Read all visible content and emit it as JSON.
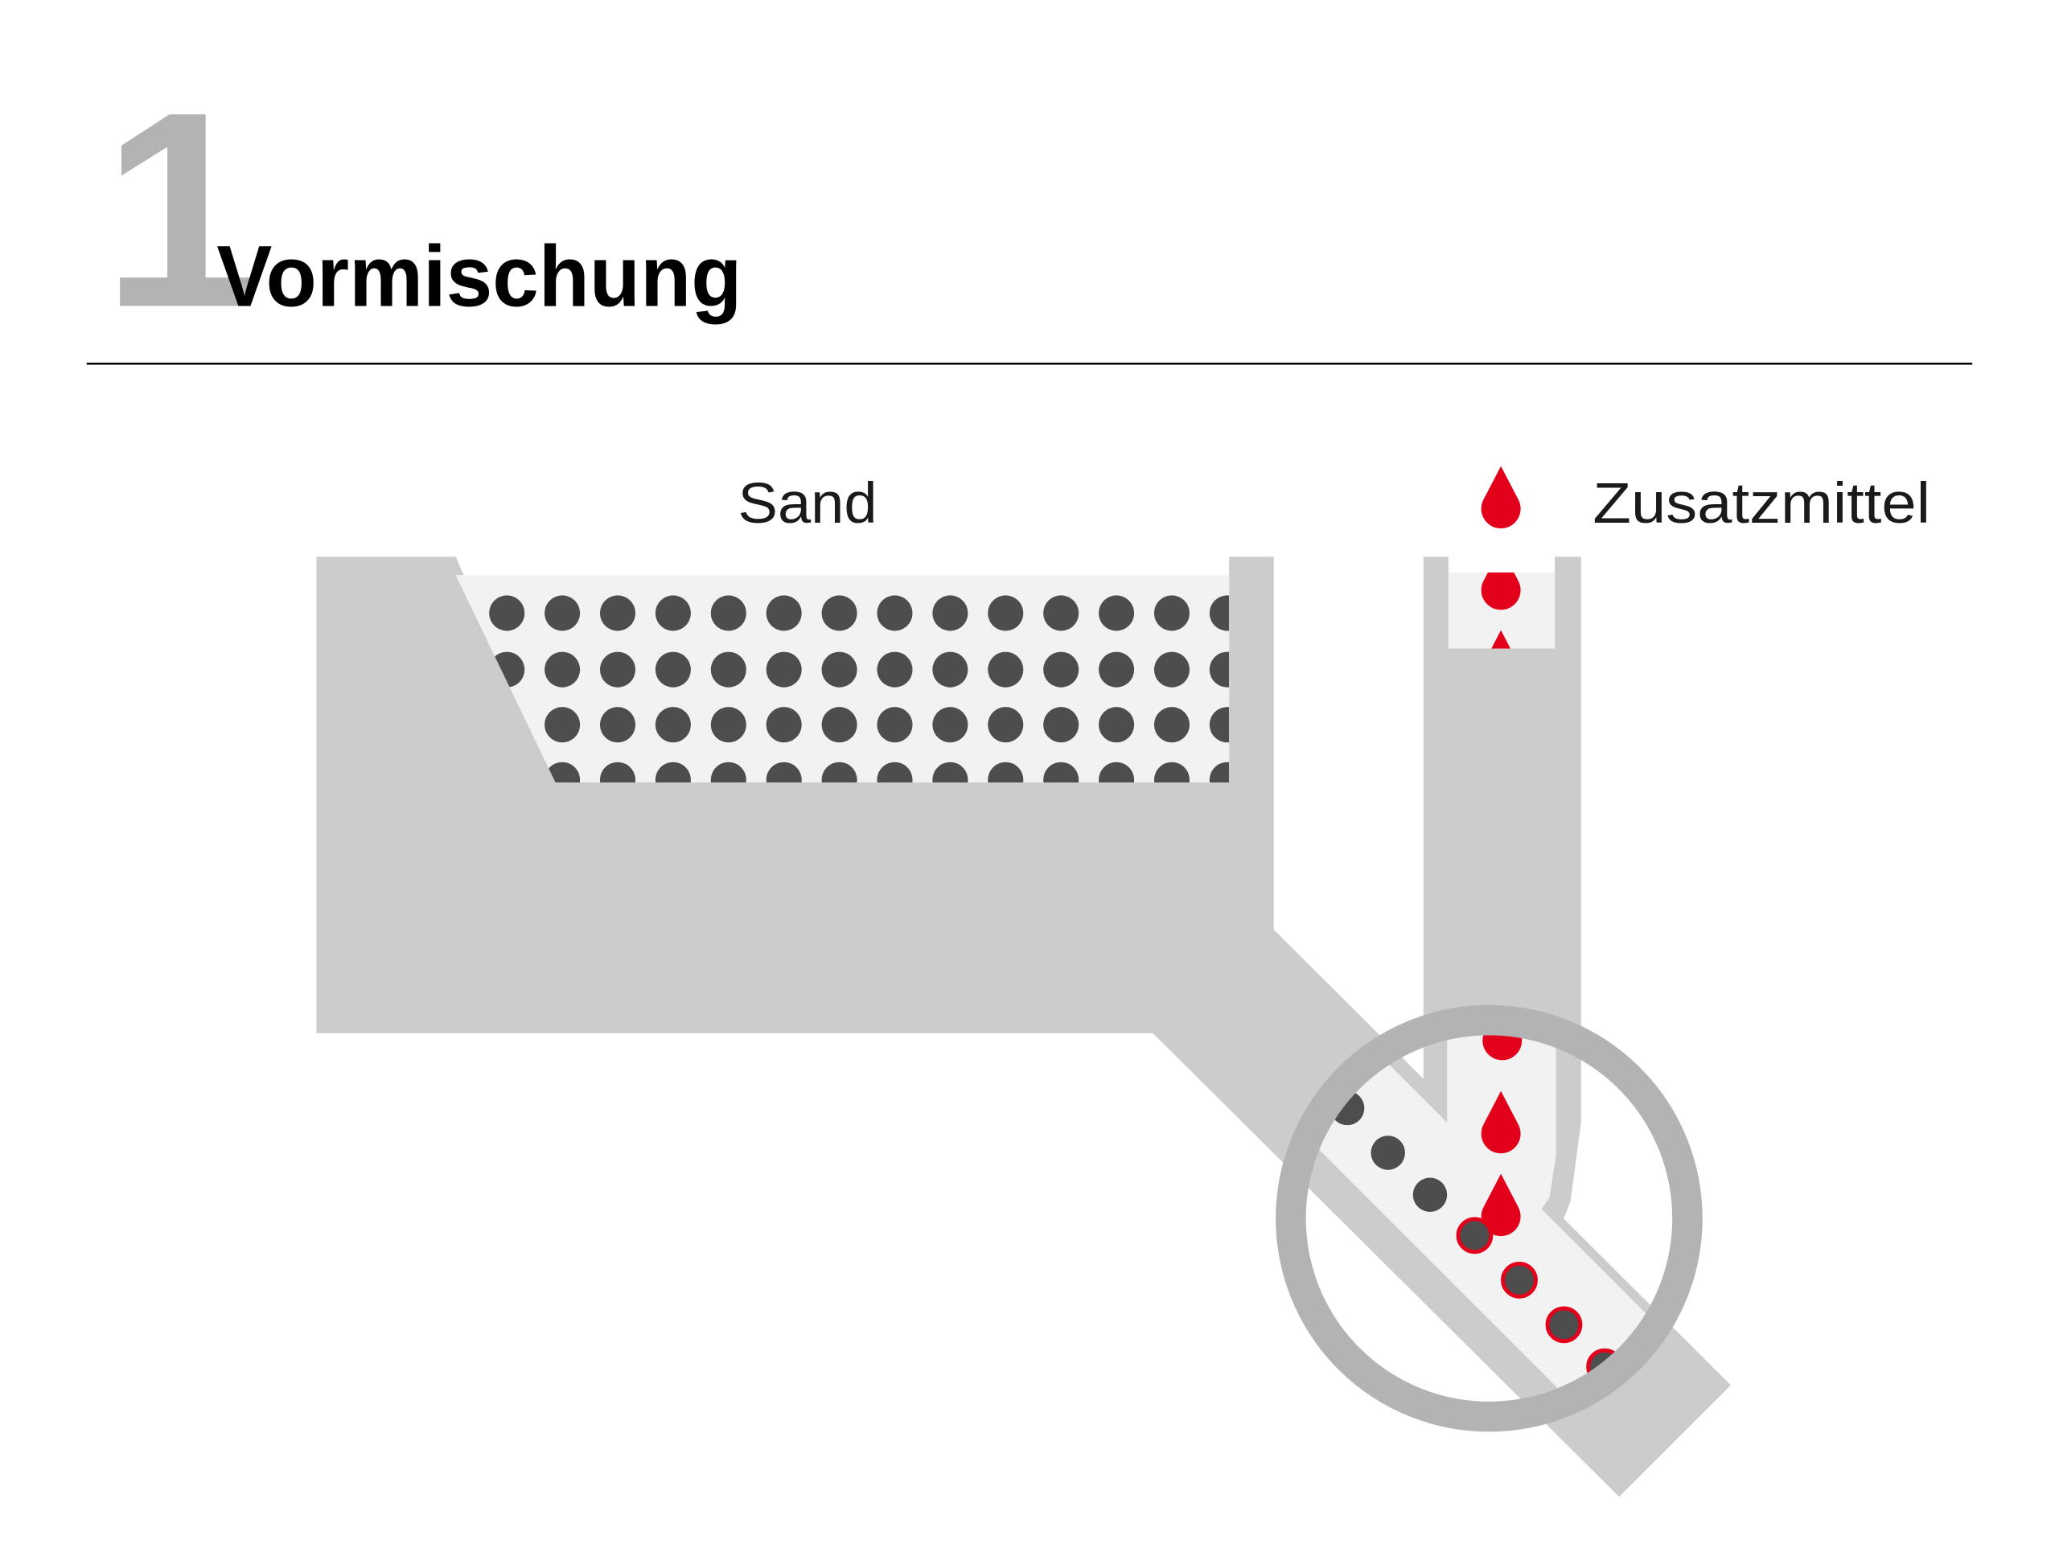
{
  "header": {
    "step_number": "1",
    "title": "Vormischung"
  },
  "labels": {
    "sand": "Sand",
    "additive": "Zusatzmittel"
  },
  "colors": {
    "number": "#b3b3b3",
    "pipe": "#cccccc",
    "pipe_interior": "#f2f2f2",
    "sand_grain": "#4d4d4d",
    "additive_drop": "#e2001a",
    "magnifier_ring": "#b3b3b3",
    "rule": "#000000"
  },
  "icons": {
    "drop": "drop-icon",
    "magnifier": "magnifier-icon"
  }
}
